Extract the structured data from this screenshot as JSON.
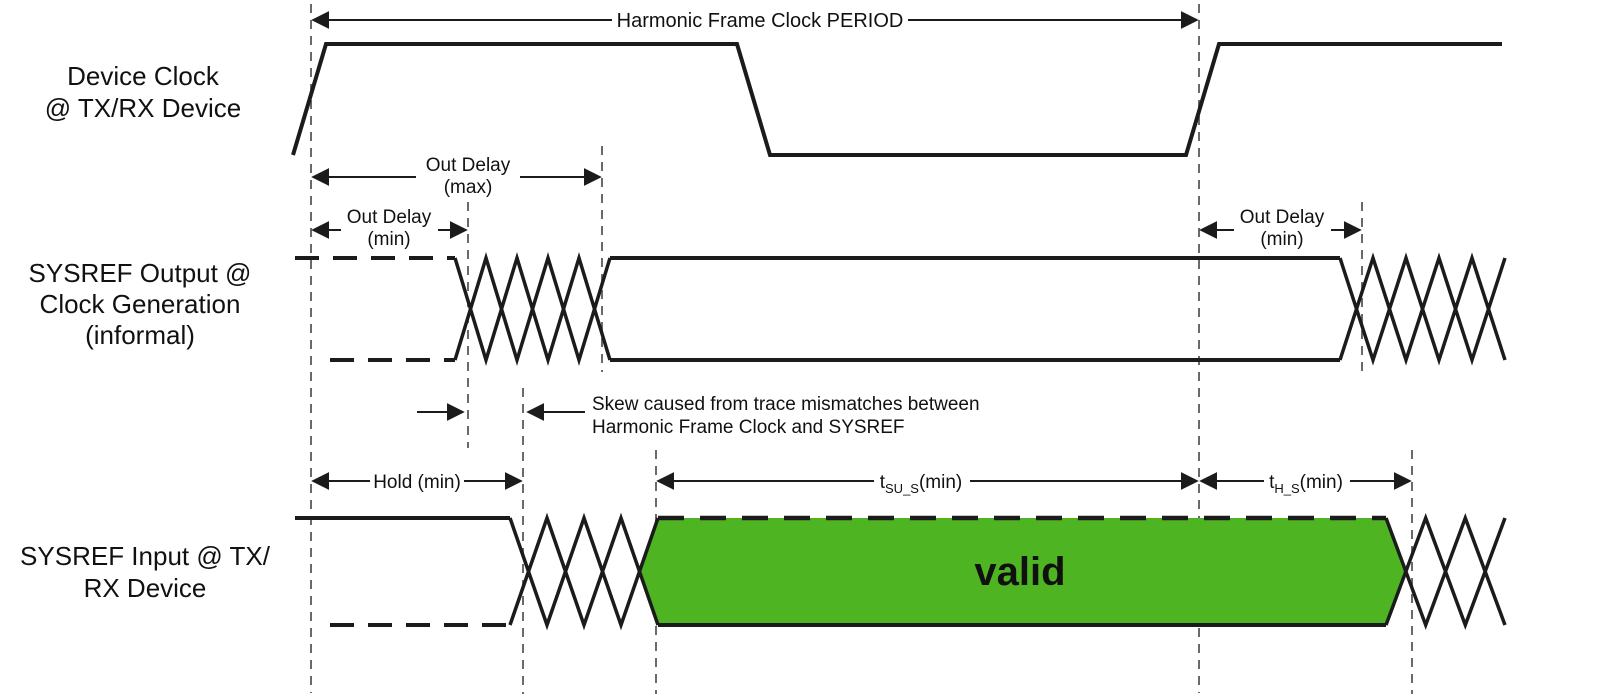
{
  "rows": {
    "device_clock": {
      "label_lines": [
        "Device Clock",
        "@ TX/RX Device"
      ]
    },
    "sysref_output": {
      "label_lines": [
        "SYSREF Output @",
        "Clock Generation",
        "(informal)"
      ]
    },
    "sysref_input": {
      "label_lines": [
        "SYSREF Input @ TX/",
        "RX Device"
      ],
      "valid_label": "valid"
    }
  },
  "annotations": {
    "period": "Harmonic Frame Clock PERIOD",
    "out_delay_max": {
      "line1": "Out Delay",
      "line2": "(max)"
    },
    "out_delay_min_left": {
      "line1": "Out Delay",
      "line2": "(min)"
    },
    "out_delay_min_right": {
      "line1": "Out Delay",
      "line2": "(min)"
    },
    "hold_min": "Hold (min)",
    "t_su": {
      "base": "t",
      "sub": "SU_S",
      "suffix": "(min)"
    },
    "t_h": {
      "base": "t",
      "sub": "H_S",
      "suffix": "(min)"
    },
    "skew": {
      "line1": "Skew caused from trace mismatches between",
      "line2": "Harmonic Frame Clock and SYSREF"
    }
  },
  "colors": {
    "signal": "#1b1b1b",
    "valid_fill": "#4fb422",
    "reference_line": "#5a5a5a",
    "background": "#ffffff"
  }
}
